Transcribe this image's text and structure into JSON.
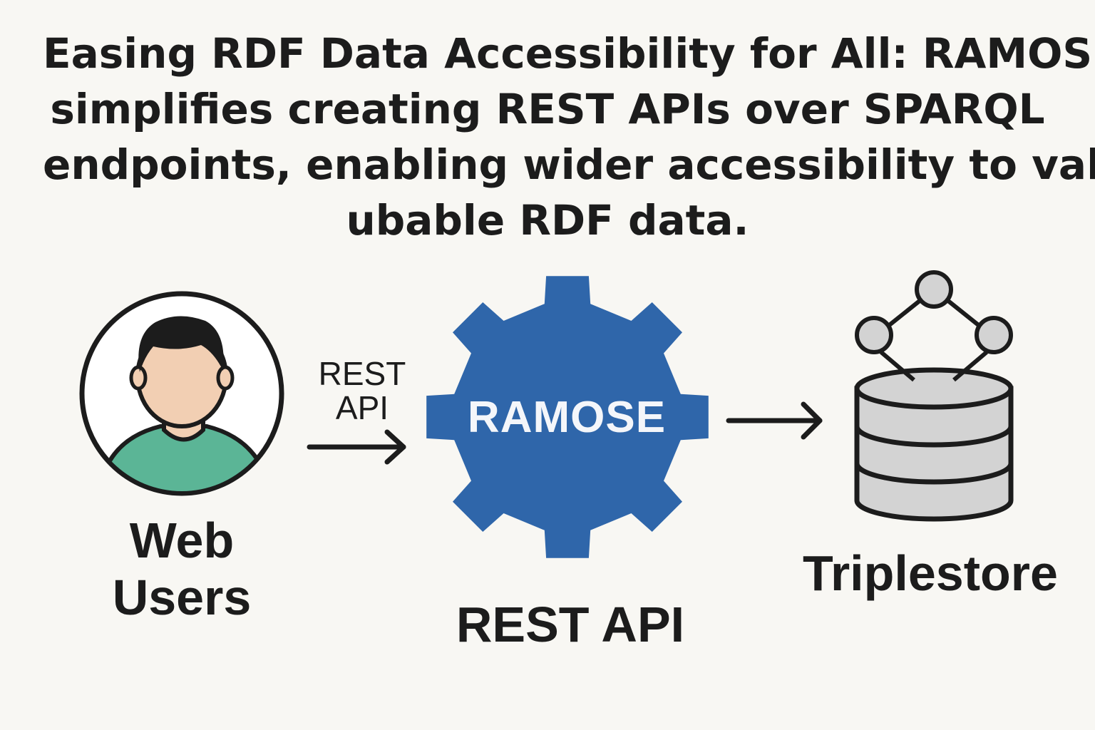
{
  "title": {
    "lines": [
      "Easing RDF Data Accessibility for All: RAMOSE",
      "simplifies creating REST APIs over SPARQL",
      "endpoints, enabling wider accessibility to valu-",
      "ubable RDF data."
    ]
  },
  "nodes": {
    "users": {
      "label_lines": [
        "Web",
        "Users"
      ],
      "icon": "user-avatar-icon"
    },
    "ramose": {
      "center_label": "RAMOSE",
      "caption": "REST API",
      "icon": "gear-icon",
      "color": "#2f66aa"
    },
    "triplestore": {
      "label": "Triplestore",
      "icon": "database-graph-icon",
      "color": "#d3d3d3"
    }
  },
  "edges": {
    "users_to_ramose": {
      "label_lines": [
        "REST",
        "API"
      ]
    }
  },
  "colors": {
    "background": "#f8f7f3",
    "shirt": "#5bb596",
    "skin": "#f2cfb3",
    "hair": "#1c1c1c",
    "outline": "#1c1c1c"
  }
}
